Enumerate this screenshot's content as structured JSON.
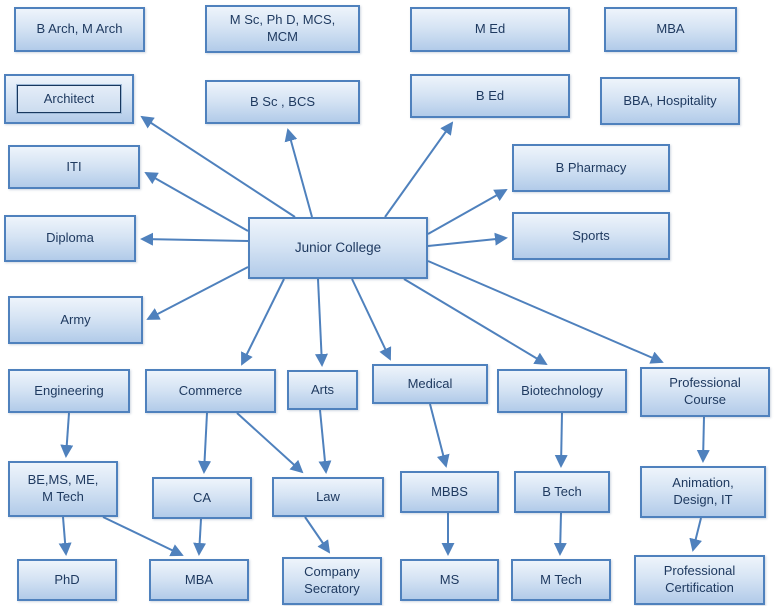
{
  "diagram": {
    "nodes": {
      "b_arch_m_arch": {
        "label": "B Arch, M Arch"
      },
      "msc_phd_mcs_mcm": {
        "label": "M Sc, Ph D, MCS,\nMCM"
      },
      "m_ed": {
        "label": "M Ed"
      },
      "mba_top": {
        "label": "MBA"
      },
      "architect": {
        "label": "Architect"
      },
      "bsc_bcs": {
        "label": "B Sc , BCS"
      },
      "b_ed": {
        "label": "B Ed"
      },
      "bba_hospitality": {
        "label": "BBA, Hospitality"
      },
      "iti": {
        "label": "ITI"
      },
      "b_pharmacy": {
        "label": "B Pharmacy"
      },
      "diploma": {
        "label": "Diploma"
      },
      "junior_college": {
        "label": "Junior College"
      },
      "sports": {
        "label": "Sports"
      },
      "army": {
        "label": "Army"
      },
      "engineering": {
        "label": "Engineering"
      },
      "commerce": {
        "label": "Commerce"
      },
      "arts": {
        "label": "Arts"
      },
      "medical": {
        "label": "Medical"
      },
      "biotechnology": {
        "label": "Biotechnology"
      },
      "professional_course": {
        "label": "Professional\nCourse"
      },
      "be_ms_me_mtech": {
        "label": "BE,MS, ME,\nM Tech"
      },
      "ca": {
        "label": "CA"
      },
      "law": {
        "label": "Law"
      },
      "mbbs": {
        "label": "MBBS"
      },
      "b_tech": {
        "label": "B Tech"
      },
      "animation_design_it": {
        "label": "Animation,\nDesign, IT"
      },
      "phd": {
        "label": "PhD"
      },
      "mba_bottom": {
        "label": "MBA"
      },
      "company_secratory": {
        "label": "Company\nSecratory"
      },
      "ms": {
        "label": "MS"
      },
      "m_tech": {
        "label": "M Tech"
      },
      "professional_certification": {
        "label": "Professional\nCertification"
      }
    },
    "edges": [
      {
        "from": "junior_college",
        "to": "architect"
      },
      {
        "from": "junior_college",
        "to": "bsc_bcs"
      },
      {
        "from": "junior_college",
        "to": "b_ed"
      },
      {
        "from": "junior_college",
        "to": "b_pharmacy"
      },
      {
        "from": "junior_college",
        "to": "sports"
      },
      {
        "from": "junior_college",
        "to": "iti"
      },
      {
        "from": "junior_college",
        "to": "diploma"
      },
      {
        "from": "junior_college",
        "to": "army"
      },
      {
        "from": "junior_college",
        "to": "commerce"
      },
      {
        "from": "junior_college",
        "to": "arts"
      },
      {
        "from": "junior_college",
        "to": "medical"
      },
      {
        "from": "junior_college",
        "to": "biotechnology"
      },
      {
        "from": "junior_college",
        "to": "professional_course"
      },
      {
        "from": "engineering",
        "to": "be_ms_me_mtech"
      },
      {
        "from": "commerce",
        "to": "ca"
      },
      {
        "from": "commerce",
        "to": "law"
      },
      {
        "from": "arts",
        "to": "law"
      },
      {
        "from": "medical",
        "to": "mbbs"
      },
      {
        "from": "biotechnology",
        "to": "b_tech"
      },
      {
        "from": "professional_course",
        "to": "animation_design_it"
      },
      {
        "from": "be_ms_me_mtech",
        "to": "phd"
      },
      {
        "from": "be_ms_me_mtech",
        "to": "mba_bottom"
      },
      {
        "from": "ca",
        "to": "mba_bottom"
      },
      {
        "from": "law",
        "to": "company_secratory"
      },
      {
        "from": "mbbs",
        "to": "ms"
      },
      {
        "from": "b_tech",
        "to": "m_tech"
      },
      {
        "from": "animation_design_it",
        "to": "professional_certification"
      }
    ],
    "arrow_color": "#4f81bd"
  }
}
